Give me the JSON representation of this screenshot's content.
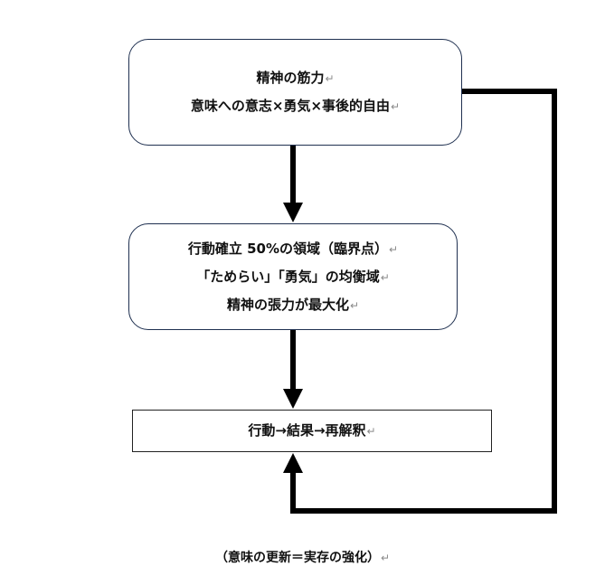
{
  "box1": {
    "lines": [
      "精神の筋力",
      "意味への意志×勇気×事後的自由"
    ]
  },
  "box2": {
    "lines": [
      "行動確立 50%の領域（臨界点）",
      "「ためらい」「勇気」の均衡域",
      "精神の張力が最大化"
    ]
  },
  "box3": {
    "lines": [
      "行動→結果→再解釈"
    ]
  },
  "caption": "（意味の更新＝実存の強化）",
  "paragraph_mark": "↵",
  "colors": {
    "box_border": "#1f3050",
    "arrow": "#000000",
    "text": "#111111"
  }
}
